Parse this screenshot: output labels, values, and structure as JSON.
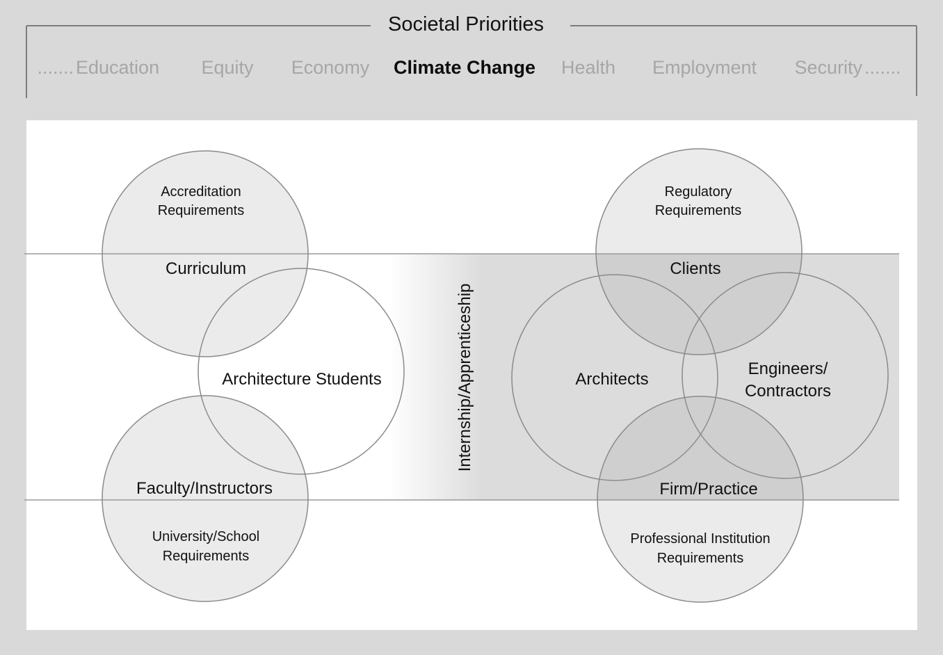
{
  "header": {
    "title": "Societal Priorities",
    "leading_dots": ".......",
    "trailing_dots": ".......",
    "priorities": [
      {
        "label": "Education",
        "active": false
      },
      {
        "label": "Equity",
        "active": false
      },
      {
        "label": "Economy",
        "active": false
      },
      {
        "label": "Climate Change",
        "active": true
      },
      {
        "label": "Health",
        "active": false
      },
      {
        "label": "Employment",
        "active": false
      },
      {
        "label": "Security",
        "active": false
      }
    ]
  },
  "left_group": {
    "accreditation": {
      "line1": "Accreditation",
      "line2": "Requirements"
    },
    "curriculum": "Curriculum",
    "students": "Architecture Students",
    "faculty": "Faculty/Instructors",
    "university": {
      "line1": "University/School",
      "line2": "Requirements"
    }
  },
  "bridge": {
    "label": "Internship/Apprenticeship"
  },
  "right_group": {
    "regulatory": {
      "line1": "Regulatory",
      "line2": "Requirements"
    },
    "clients": "Clients",
    "architects": "Architects",
    "engineers": {
      "line1": "Engineers/",
      "line2": "Contractors"
    },
    "firm": "Firm/Practice",
    "professional": {
      "line1": "Professional Institution",
      "line2": "Requirements"
    }
  },
  "colors": {
    "page_background": "#d9d9d9",
    "panel_background": "#ffffff",
    "band_fill": "#dcdcdc",
    "circle_fill": "#999999",
    "circle_stroke": "#8a8a8a",
    "active_priority": "#0d0d0d",
    "inactive_priority": "#a6a6a6"
  }
}
